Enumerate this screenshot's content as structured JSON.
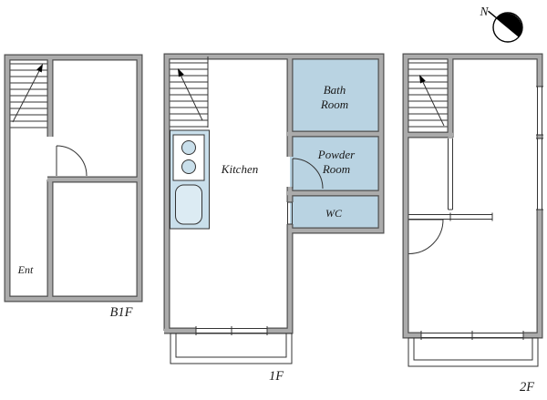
{
  "colors": {
    "background": "#ffffff",
    "wall_fill": "#ababab",
    "wall_edge": "#4f4f4f",
    "room_blue": "#b9d3e2",
    "counter_blue": "#c9dfeb",
    "sink_blue": "#dcebf3",
    "line": "#333333"
  },
  "compass": {
    "north_label": "N"
  },
  "floors": {
    "b1f": {
      "floor_label": "B1F",
      "entrance_label": "Ent"
    },
    "f1": {
      "floor_label": "1F",
      "kitchen_label": "Kitchen",
      "bath_room_lines": [
        "Bath",
        "Room"
      ],
      "powder_room_lines": [
        "Powder",
        "Room"
      ],
      "wc_label": "WC"
    },
    "f2": {
      "floor_label": "2F"
    }
  }
}
